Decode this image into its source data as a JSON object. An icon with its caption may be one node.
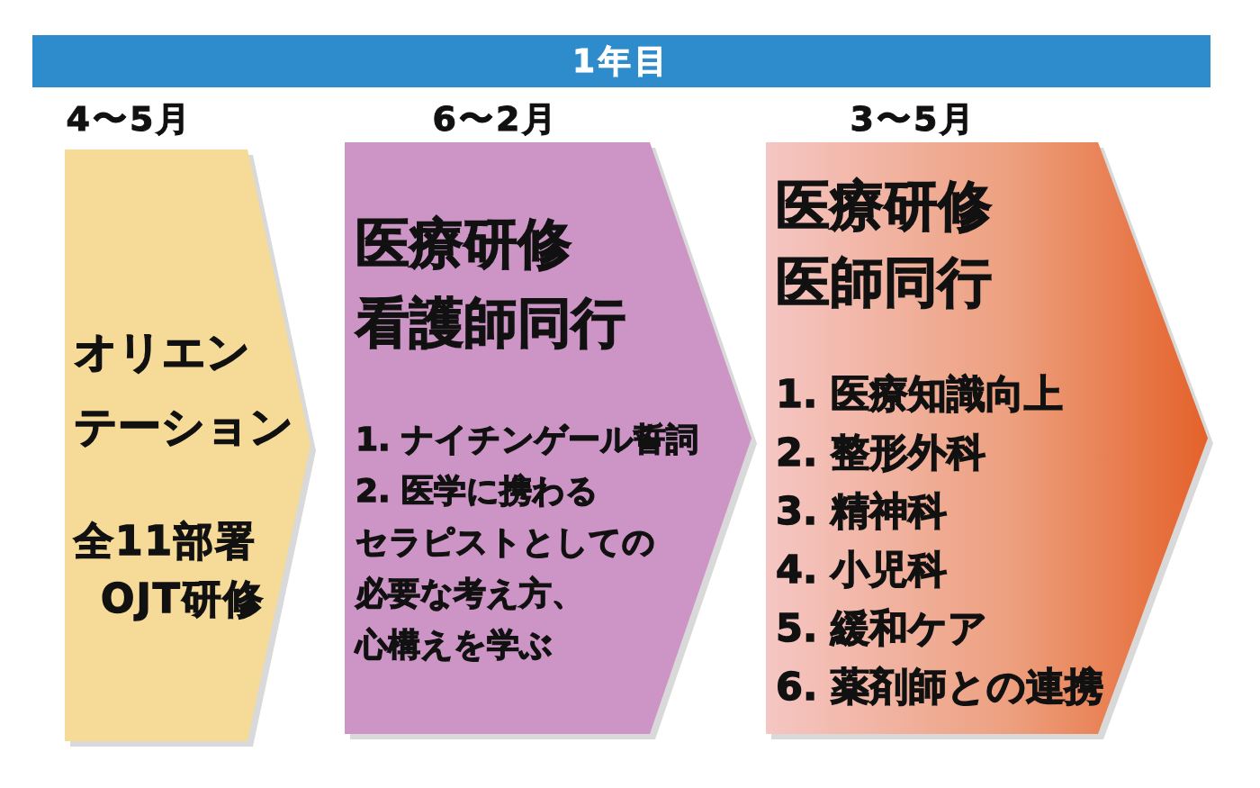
{
  "diagram": {
    "nodes": [
      {
        "text": [
          "1年目"
        ]
      },
      {
        "text": [
          "オリエンテーション",
          "全11部署OJT研修"
        ],
        "beside": [
          "4〜5月"
        ]
      },
      {
        "text": [
          "医療研修",
          "看護師同行",
          "1. ナイチンゲール誓詞",
          "2. 医学に携わるセラピストとしての必要な考え方、心構えを学ぶ"
        ],
        "beside": [
          "6〜2月"
        ]
      },
      {
        "text": [
          "医療研修",
          "医師同行",
          "1. 医療知識向上",
          "2. 整形外科",
          "3. 精神科",
          "4. 小児科",
          "5. 緩和ケア",
          "6. 薬剤師との連携"
        ],
        "beside": [
          "3〜5月"
        ]
      }
    ]
  }
}
